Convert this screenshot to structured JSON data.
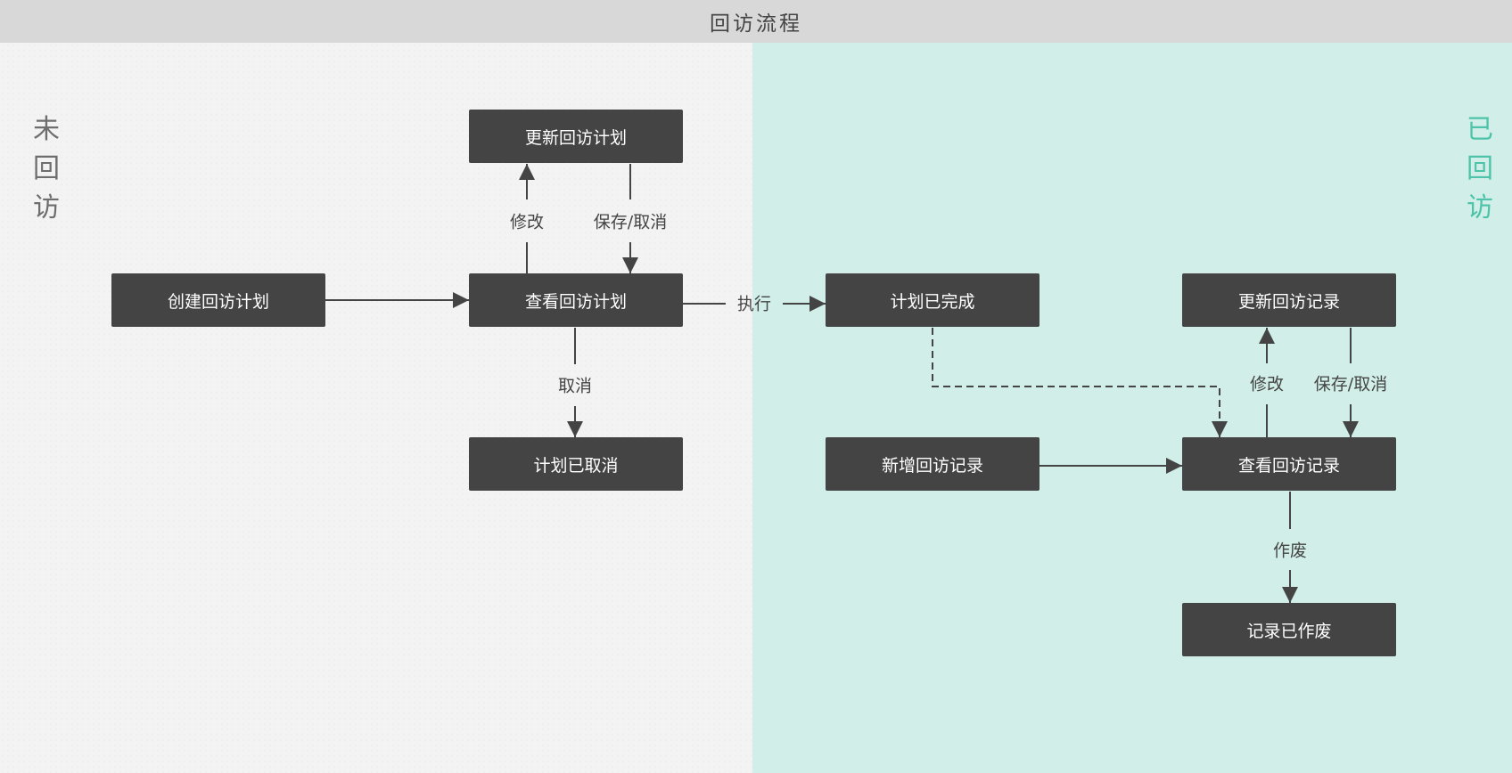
{
  "header": {
    "title": "回访流程"
  },
  "lanes": {
    "left": {
      "label_chars": [
        "未",
        "回",
        "访"
      ],
      "color": "#6e6e6e",
      "background": "#f3f3f3"
    },
    "right": {
      "label_chars": [
        "已",
        "回",
        "访"
      ],
      "color": "#4ec3a9",
      "background": "#d1efe8"
    }
  },
  "colors": {
    "node_fill": "#444444",
    "node_text": "#ffffff",
    "edge": "#444444",
    "header_bg": "#d8d8d8"
  },
  "nodes": {
    "update_plan": "更新回访计划",
    "create_plan": "创建回访计划",
    "view_plan": "查看回访计划",
    "plan_cancelled": "计划已取消",
    "plan_completed": "计划已完成",
    "update_record": "更新回访记录",
    "add_record": "新增回访记录",
    "view_record": "查看回访记录",
    "record_voided": "记录已作废"
  },
  "edges": {
    "plan_modify": "修改",
    "plan_save_cancel": "保存/取消",
    "plan_cancel": "取消",
    "execute": "执行",
    "record_modify": "修改",
    "record_save_cancel": "保存/取消",
    "record_void": "作废"
  }
}
